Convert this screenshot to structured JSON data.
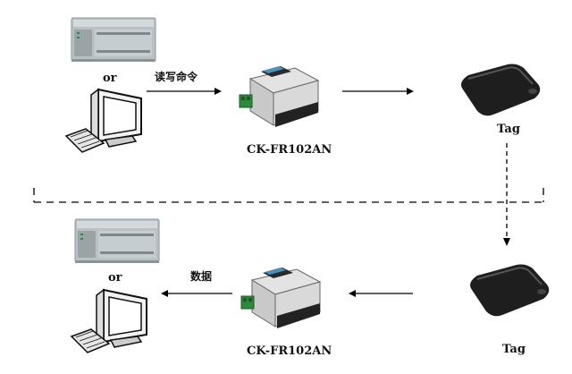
{
  "top": {
    "or_label": "or",
    "command_label": "读写命令",
    "device_label": "CK-FR102AN",
    "tag_label": "Tag"
  },
  "bottom": {
    "or_label": "or",
    "data_label": "数据",
    "device_label": "CK-FR102AN",
    "tag_label": "Tag"
  }
}
